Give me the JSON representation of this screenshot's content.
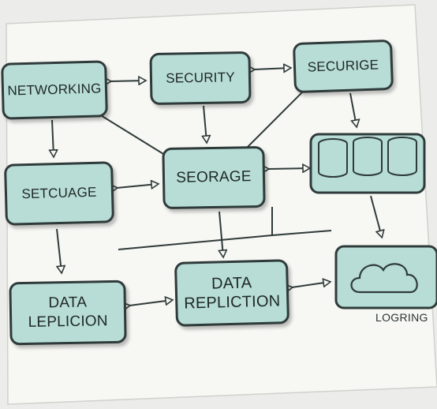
{
  "diagram": {
    "nodes": {
      "networking": {
        "label": "NETWORKING"
      },
      "security": {
        "label": "SECURITY"
      },
      "securige": {
        "label": "SECURIGE"
      },
      "setcuage": {
        "label": "SETCUAGE"
      },
      "storage": {
        "label": "SEORAGE"
      },
      "data_left": {
        "line1": "DATA",
        "line2": "LEPLICION"
      },
      "data_replication": {
        "line1": "DATA",
        "line2": "REPLICTION"
      },
      "logging": {
        "label": "LOGRING"
      }
    },
    "icons": [
      "database-stack-icon",
      "cloud-icon"
    ]
  }
}
